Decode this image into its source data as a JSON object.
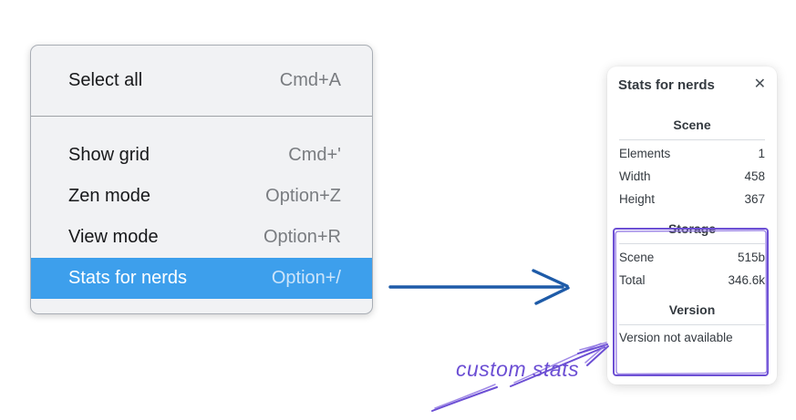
{
  "menu": {
    "sections": [
      {
        "items": [
          {
            "label": "Select all",
            "shortcut": "Cmd+A",
            "highlighted": false
          }
        ]
      },
      {
        "items": [
          {
            "label": "Show grid",
            "shortcut": "Cmd+'",
            "highlighted": false
          },
          {
            "label": "Zen mode",
            "shortcut": "Option+Z",
            "highlighted": false
          },
          {
            "label": "View mode",
            "shortcut": "Option+R",
            "highlighted": false
          },
          {
            "label": "Stats for nerds",
            "shortcut": "Option+/",
            "highlighted": true
          }
        ]
      }
    ]
  },
  "stats_panel": {
    "title": "Stats for nerds",
    "close_label": "✕",
    "sections": [
      {
        "header": "Scene",
        "rows": [
          {
            "label": "Elements",
            "value": "1"
          },
          {
            "label": "Width",
            "value": "458"
          },
          {
            "label": "Height",
            "value": "367"
          }
        ]
      },
      {
        "header": "Storage",
        "rows": [
          {
            "label": "Scene",
            "value": "515b"
          },
          {
            "label": "Total",
            "value": "346.6k"
          }
        ]
      },
      {
        "header": "Version",
        "note": "Version not available"
      }
    ]
  },
  "annotation": {
    "label": "custom stats"
  },
  "colors": {
    "menu_highlight": "#3d9fec",
    "menu_background": "#f1f2f4",
    "flow_arrow_blue": "#1e5ba8",
    "annotation_purple": "#6c4fd4",
    "panel_text": "#343a40"
  }
}
